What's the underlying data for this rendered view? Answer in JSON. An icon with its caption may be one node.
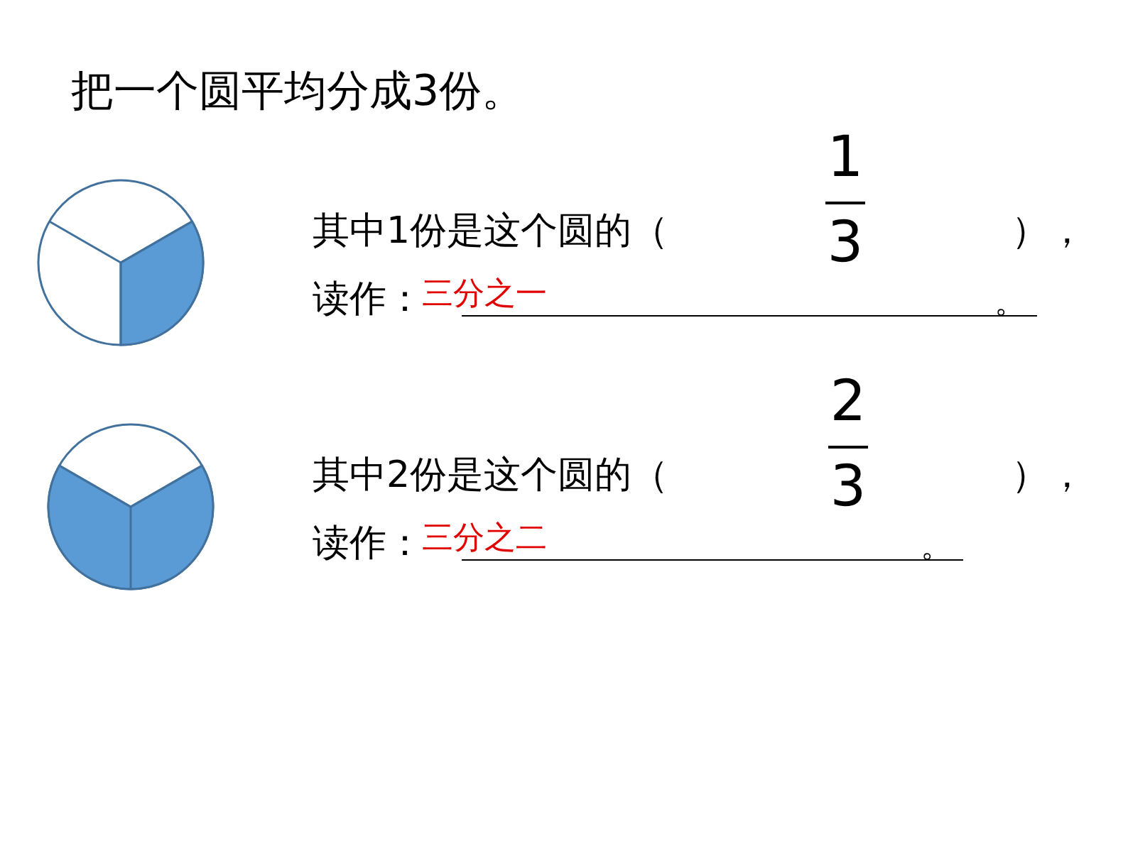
{
  "diagram": {
    "title": "把一个圆平均分成3份。",
    "labels": [
      "其中1份是这个圆的（",
      "1",
      "3",
      "），",
      "读作：",
      "三分之一",
      "。",
      "其中2份是这个圆的（",
      "2",
      "3",
      "），",
      "读作：",
      "三分之二",
      "。"
    ]
  }
}
